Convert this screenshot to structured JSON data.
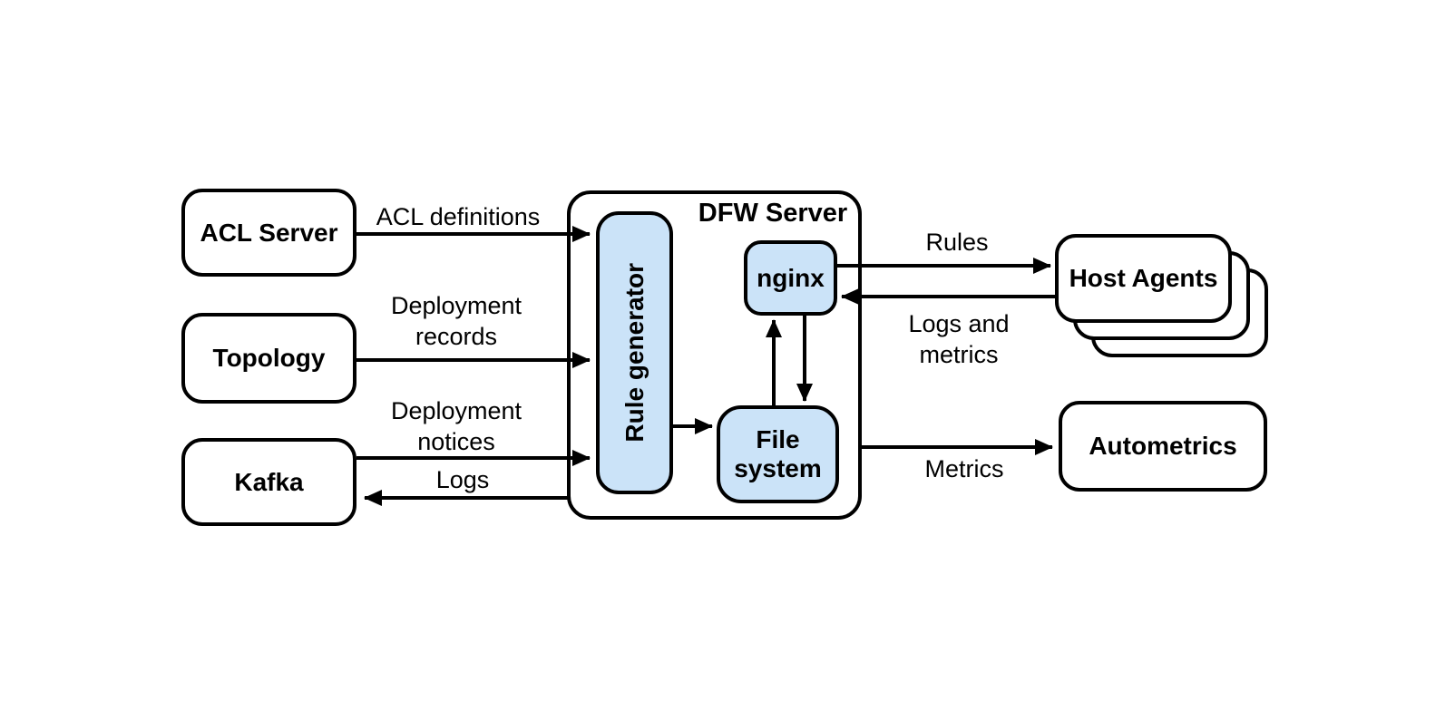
{
  "nodes": {
    "acl_server": "ACL Server",
    "topology": "Topology",
    "kafka": "Kafka",
    "dfw_server": "DFW Server",
    "rule_generator": "Rule generator",
    "nginx": "nginx",
    "file_system": "File system",
    "host_agents": "Host Agents",
    "autometrics": "Autometrics"
  },
  "edges": {
    "acl_definitions": {
      "from": "ACL Server",
      "to": "Rule generator",
      "label": "ACL definitions"
    },
    "deployment_records": {
      "from": "Topology",
      "to": "Rule generator",
      "label": "Deployment records"
    },
    "deployment_notices": {
      "from": "Kafka",
      "to": "Rule generator",
      "label": "Deployment notices"
    },
    "logs": {
      "from": "DFW Server",
      "to": "Kafka",
      "label": "Logs"
    },
    "rule_generator_to_file_system": {
      "from": "Rule generator",
      "to": "File system",
      "label": ""
    },
    "file_system_to_nginx": {
      "from": "File system",
      "to": "nginx",
      "label": ""
    },
    "nginx_to_file_system": {
      "from": "nginx",
      "to": "File system",
      "label": ""
    },
    "rules": {
      "from": "nginx",
      "to": "Host Agents",
      "label": "Rules"
    },
    "logs_and_metrics": {
      "from": "Host Agents",
      "to": "nginx",
      "label": "Logs and metrics"
    },
    "metrics": {
      "from": "DFW Server",
      "to": "Autometrics",
      "label": "Metrics"
    }
  },
  "host_agents_stack_count": 3,
  "colors": {
    "component_fill": "#cbe3f8",
    "box_fill": "#ffffff",
    "stroke": "#000000",
    "background": "#ffffff"
  }
}
